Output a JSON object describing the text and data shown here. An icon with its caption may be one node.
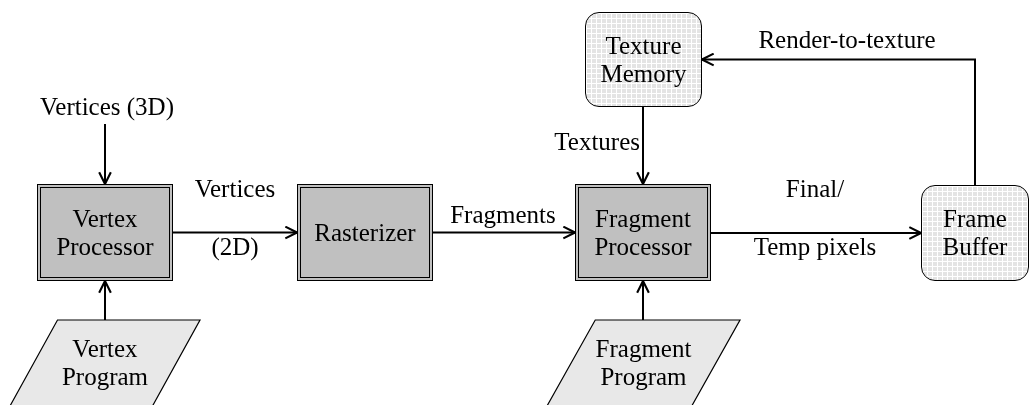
{
  "diagram": {
    "nodes": [
      {
        "text": [
          "Vertices (3D)"
        ]
      },
      {
        "text": [
          "Vertex Processor"
        ]
      },
      {
        "text": [
          "Rasterizer"
        ]
      },
      {
        "text": [
          "Texture Memory"
        ]
      },
      {
        "text": [
          "Fragment Processor"
        ]
      },
      {
        "text": [
          "Frame Buffer"
        ]
      },
      {
        "text": [
          "Vertex Program"
        ]
      },
      {
        "text": [
          "Fragment Program"
        ]
      }
    ],
    "edges": [
      {
        "from": 0,
        "to": 1,
        "arrow": "to"
      },
      {
        "from": 6,
        "to": 1,
        "arrow": "to"
      },
      {
        "from": 1,
        "to": 2,
        "arrow": "to",
        "label": "Vertices (2D)"
      },
      {
        "from": 2,
        "to": 4,
        "arrow": "to",
        "label": "Fragments"
      },
      {
        "from": 3,
        "to": 4,
        "arrow": "to",
        "label": "Textures"
      },
      {
        "from": 7,
        "to": 4,
        "arrow": "to"
      },
      {
        "from": 4,
        "to": 5,
        "arrow": "to",
        "label": "Final/ Temp pixels"
      },
      {
        "from": 5,
        "to": 3,
        "arrow": "to",
        "label": "Render-to-texture"
      }
    ]
  }
}
